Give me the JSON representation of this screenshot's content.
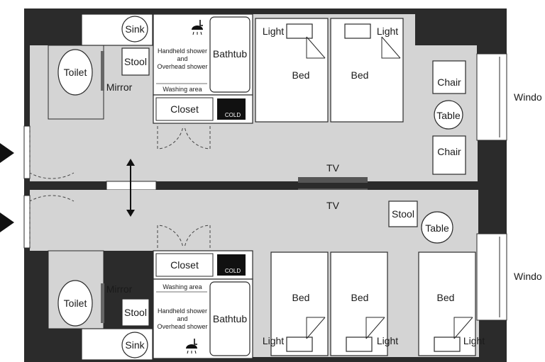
{
  "labels": {
    "sink": "Sink",
    "stool": "Stool",
    "toilet": "Toilet",
    "mirror": "Mirror",
    "shower": "Handheld shower\nand\nOverhead shower",
    "shower_line1": "Handheld shower",
    "shower_line2": "and",
    "shower_line3": "Overhead shower",
    "washing_area": "Washing area",
    "bathtub": "Bathtub",
    "closet": "Closet",
    "fridge": "COLD",
    "light": "Light",
    "bed": "Bed",
    "chair": "Chair",
    "table": "Table",
    "tv": "TV",
    "window": "Windo"
  },
  "colors": {
    "wall": "#2b2b2b",
    "floor": "#d4d4d4",
    "furniture": "#ffffff"
  },
  "icons": [
    "entrance-arrow-icon",
    "shower-icon",
    "fridge-icon",
    "door-swing-icon",
    "double-arrow-icon"
  ]
}
